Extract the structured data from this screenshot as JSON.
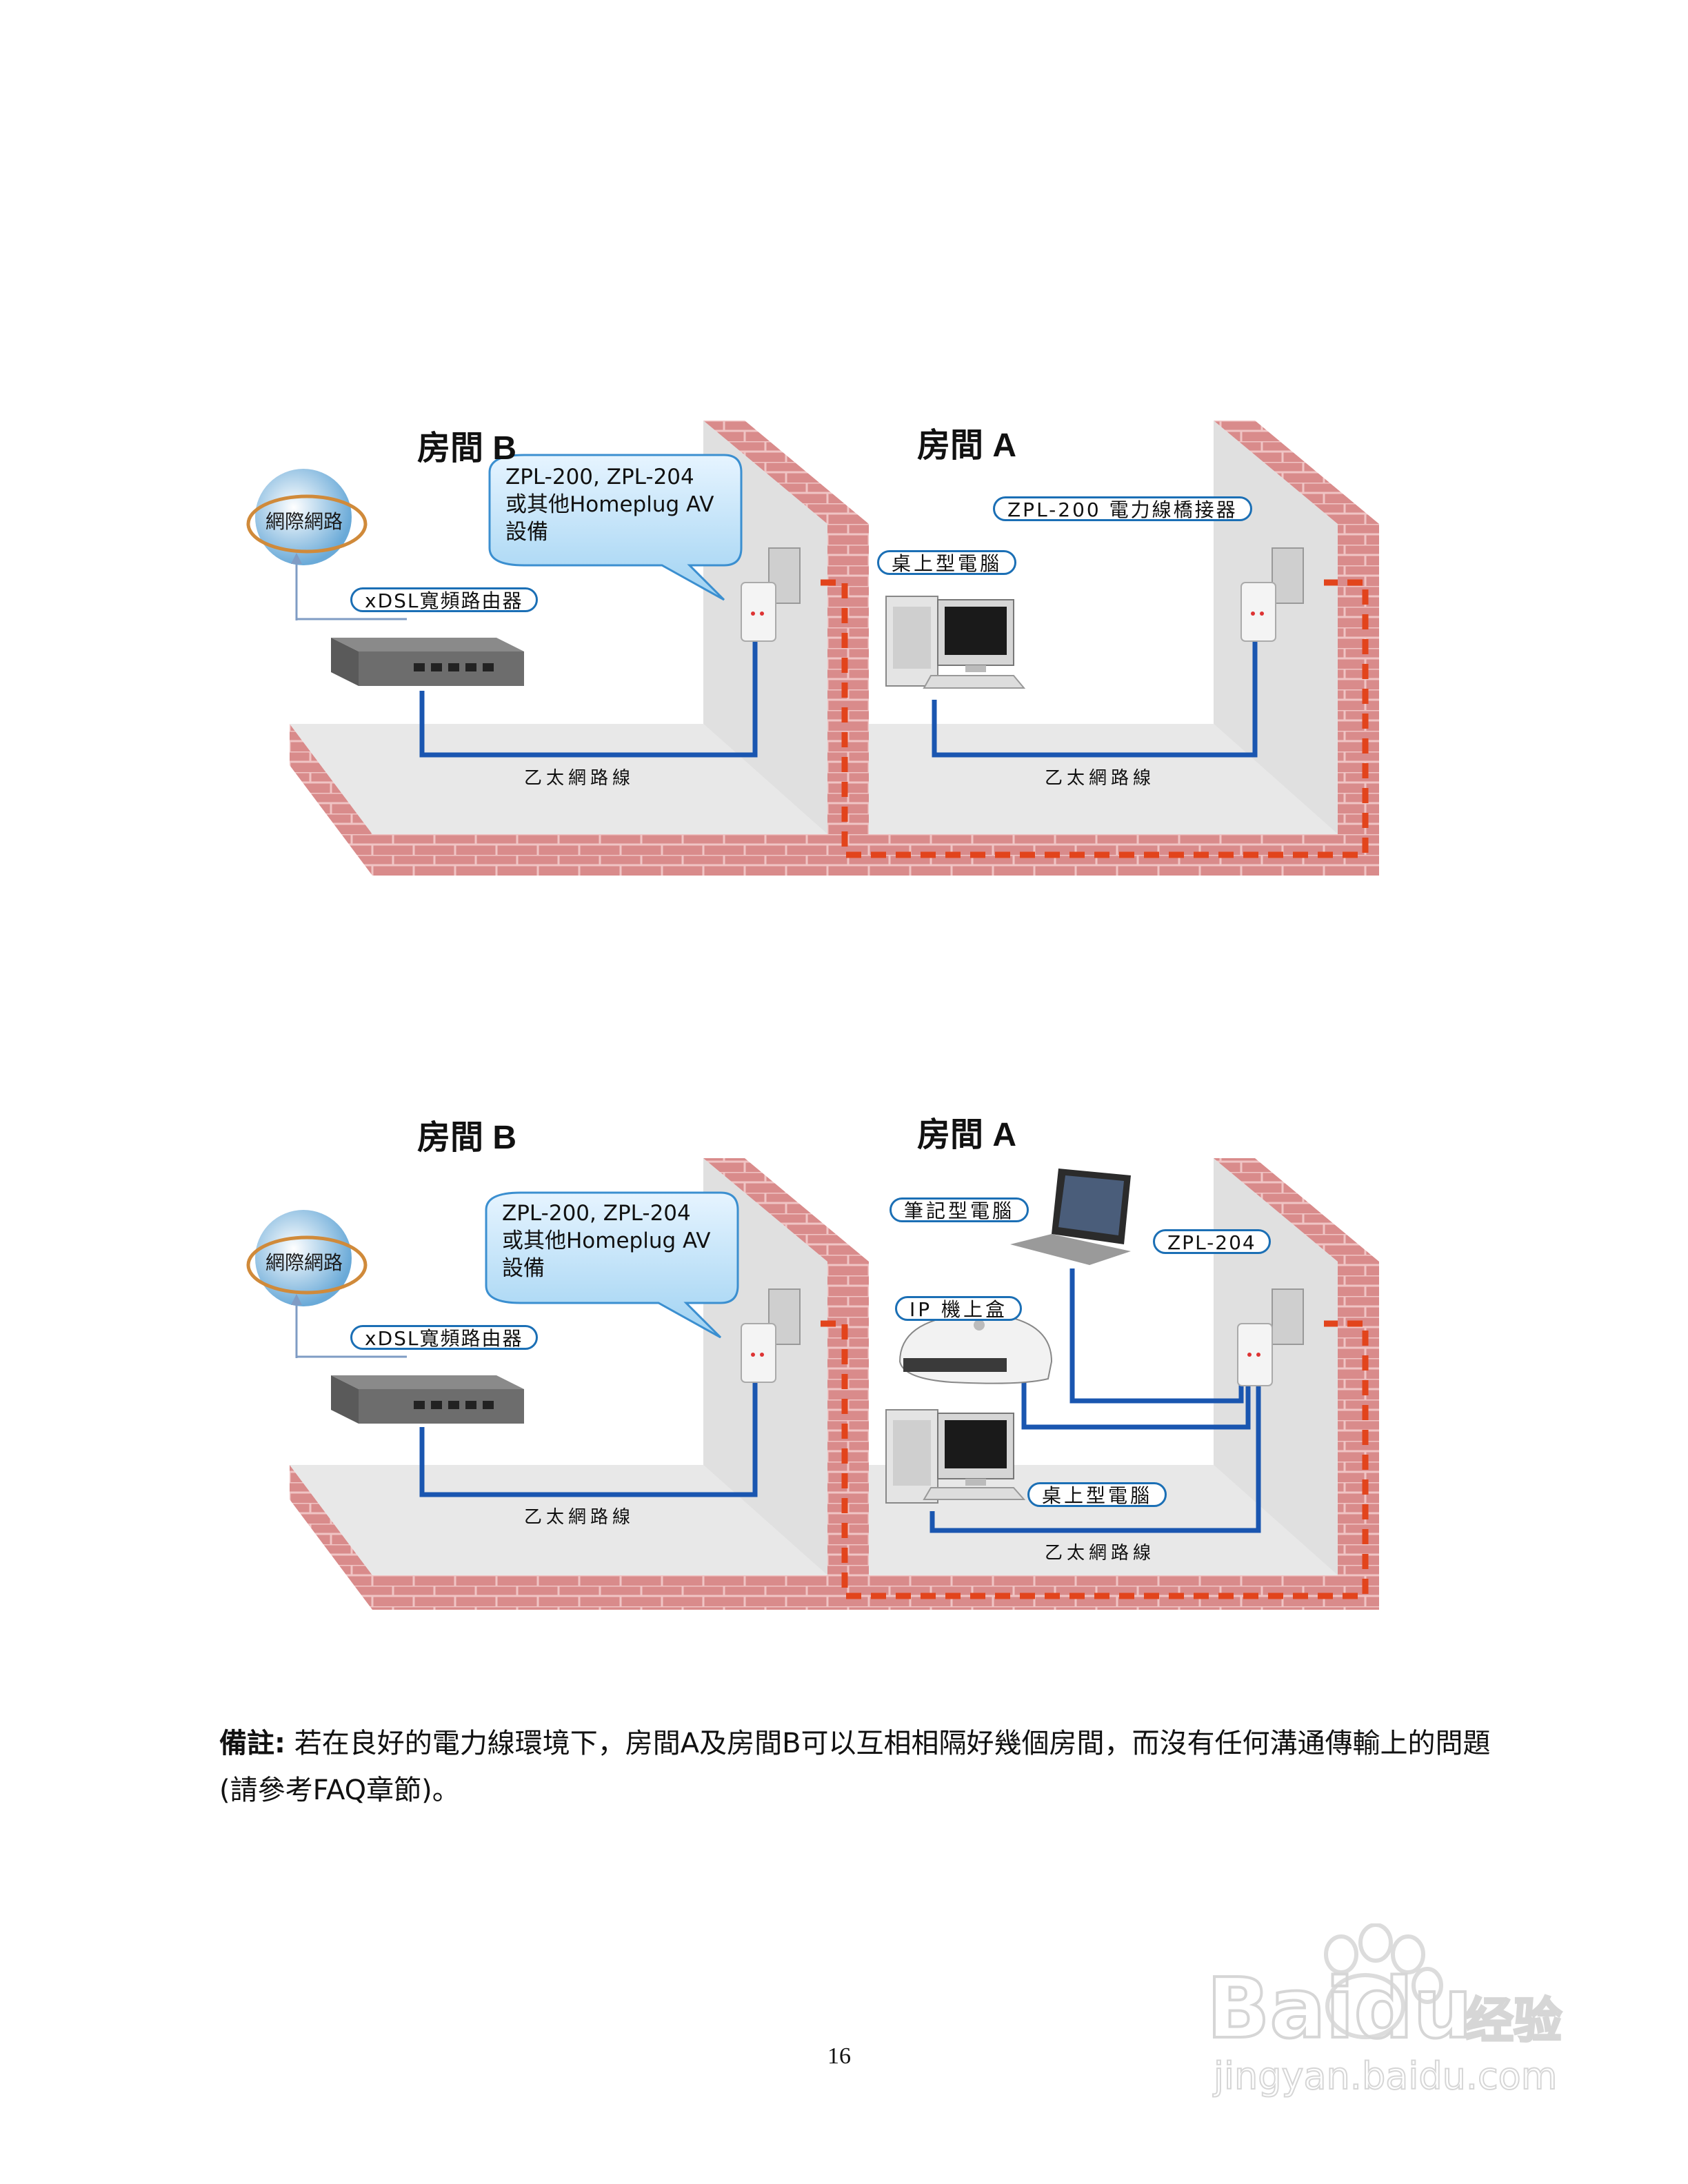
{
  "diagrams": [
    {
      "room_b_title": "房間 B",
      "room_a_title": "房間 A",
      "internet_label": "網際網路",
      "router_label": "xDSL寬頻路由器",
      "bubble_lines": [
        "ZPL-200, ZPL-204",
        "或其他Homeplug AV",
        "設備"
      ],
      "room_b_cable_label": "乙太網路線",
      "room_a_cable_label": "乙太網路線",
      "adapter_label": "ZPL-200 電力線橋接器",
      "desktop_label": "桌上型電腦"
    },
    {
      "room_b_title": "房間 B",
      "room_a_title": "房間 A",
      "internet_label": "網際網路",
      "router_label": "xDSL寬頻路由器",
      "bubble_lines": [
        "ZPL-200, ZPL-204",
        "或其他Homeplug AV",
        "設備"
      ],
      "room_b_cable_label": "乙太網路線",
      "room_a_cable_label": "乙太網路線",
      "notebook_label": "筆記型電腦",
      "stb_label": "IP 機上盒",
      "adapter_label": "ZPL-204",
      "desktop_label": "桌上型電腦"
    }
  ],
  "note": {
    "label": "備註:",
    "text": " 若在良好的電力線環境下，房間A及房間B可以互相相隔好幾個房間，而沒有任何溝通傳輸上的問題(請參考FAQ章節)。"
  },
  "page_number": "16",
  "watermark": {
    "brand": "Baidu",
    "brand_cn": "经验",
    "url": "jingyan.baidu.com"
  },
  "colors": {
    "brick": "#d98b8b",
    "wall": "#e6e6e6",
    "ethernet": "#1a56b0",
    "powerline": "#e2441c",
    "pill_border": "#1b6fb5"
  }
}
